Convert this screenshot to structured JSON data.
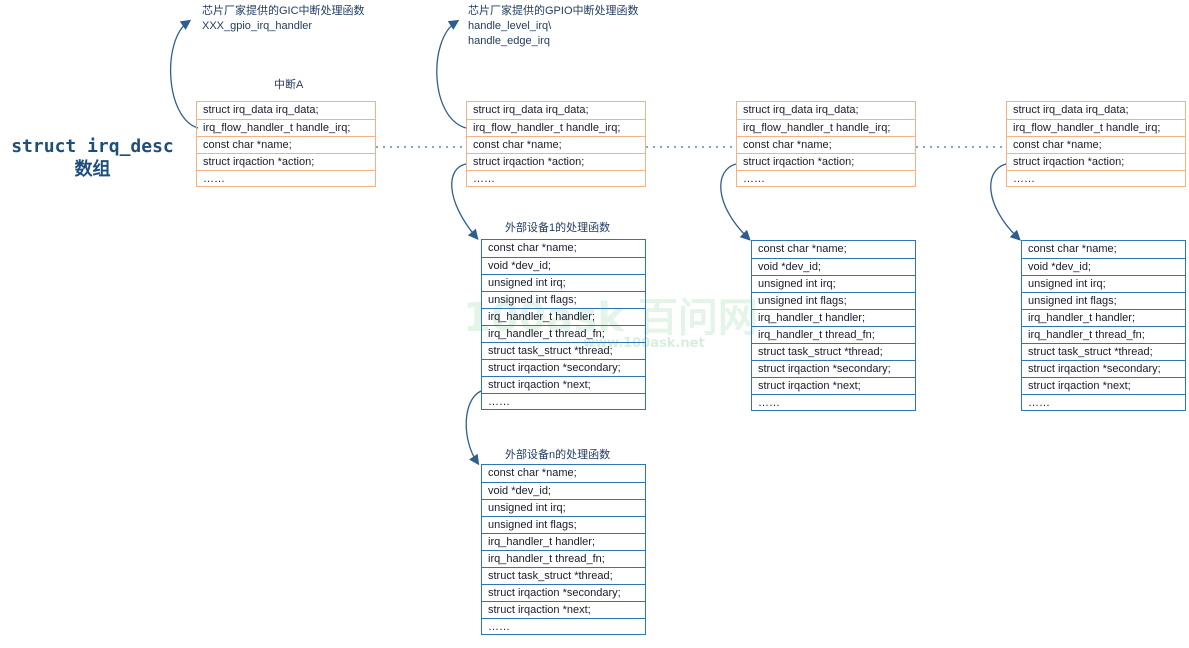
{
  "title": {
    "line1": "struct irq_desc",
    "line2": "数组"
  },
  "labels": {
    "gic_line1": "芯片厂家提供的GIC中断处理函数",
    "gic_line2": "XXX_gpio_irq_handler",
    "gpio_line1": "芯片厂家提供的GPIO中断处理函数",
    "gpio_line2": "handle_level_irq\\",
    "gpio_line3": "handle_edge_irq",
    "irq_a": "中断A",
    "dev1": "外部设备1的处理函数",
    "devn": "外部设备n的处理函数"
  },
  "desc_fields": [
    "struct irq_data irq_data;",
    "irq_flow_handler_t handle_irq;",
    "const char *name;",
    "struct irqaction *action;",
    "……"
  ],
  "action_fields": [
    "const char *name;",
    "void *dev_id;",
    "unsigned int irq;",
    "unsigned int flags;",
    "irq_handler_t handler;",
    "irq_handler_t thread_fn;",
    "struct task_struct *thread;",
    "struct irqaction *secondary;",
    "struct irqaction *next;",
    "……"
  ],
  "watermark": {
    "text": "100ask 百问网",
    "url": "www.100ask.net"
  },
  "colors": {
    "desc_border": "#f4b183",
    "action_border": "#2e75b6",
    "text": "#1f3a5f",
    "arrow": "#2e5e8e"
  }
}
